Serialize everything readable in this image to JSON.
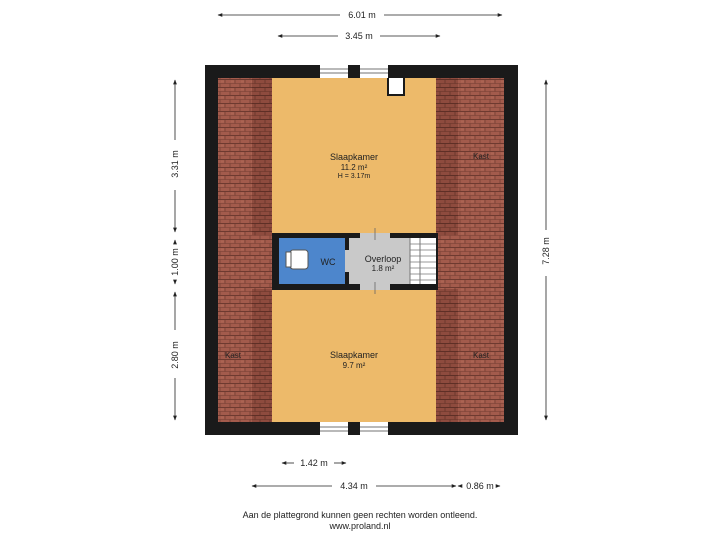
{
  "dimensions": {
    "top_total": "6.01 m",
    "top_inner": "3.45 m",
    "left_top": "3.31 m",
    "left_mid": "1.00 m",
    "left_bottom": "2.80 m",
    "right_total": "7.28 m",
    "bottom_small": "1.42 m",
    "bottom_main": "4.34 m",
    "bottom_right": "0.86 m"
  },
  "rooms": {
    "bedroom_top": {
      "name": "Slaapkamer",
      "area": "11.2 m²",
      "height": "H = 3.17m"
    },
    "bedroom_bottom": {
      "name": "Slaapkamer",
      "area": "9.7 m²"
    },
    "wc": {
      "name": "WC"
    },
    "landing": {
      "name": "Overloop",
      "area": "1.8 m²"
    },
    "closet_right_top": {
      "name": "Kast"
    },
    "closet_left_bottom": {
      "name": "Kast"
    },
    "closet_right_bottom": {
      "name": "Kast"
    }
  },
  "colors": {
    "bedroom": "#EDBA6A",
    "wc": "#4D86CC",
    "landing": "#C9C9C9",
    "roof_tile": "#A0584A",
    "wall": "#1A1A1A"
  },
  "footer": {
    "disclaimer": "Aan de plattegrond kunnen geen rechten worden ontleend.",
    "website": "www.proland.nl"
  }
}
